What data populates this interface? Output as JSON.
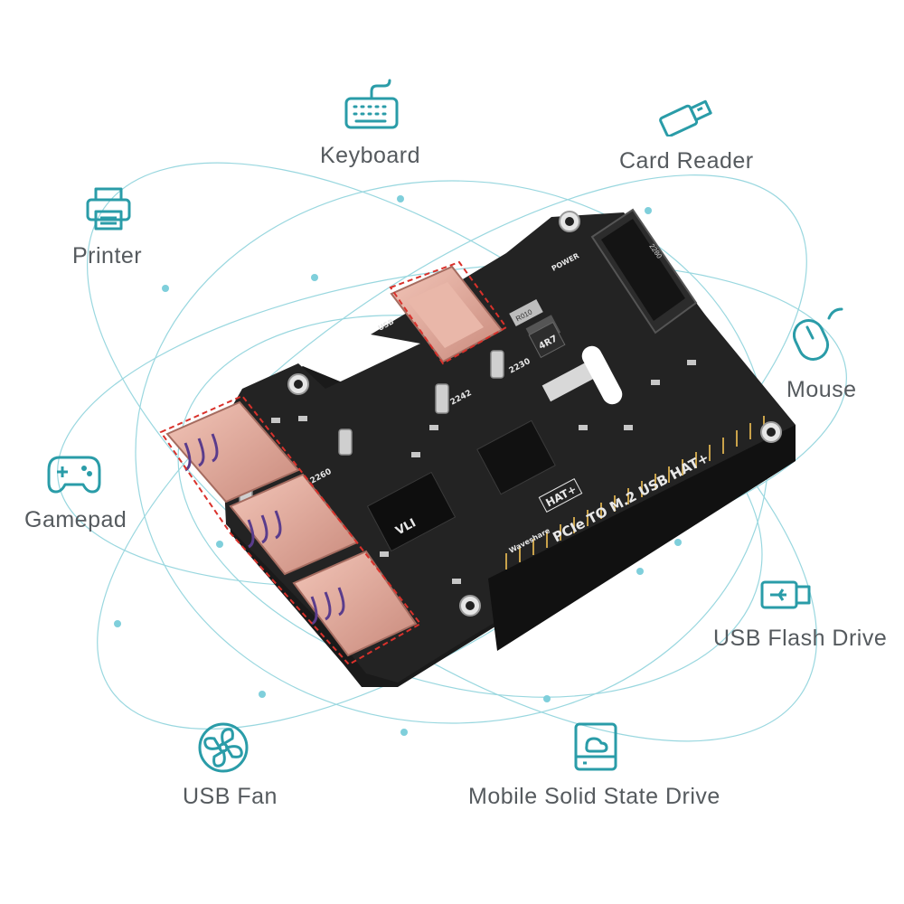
{
  "peripherals": {
    "keyboard": "Keyboard",
    "card_reader": "Card Reader",
    "printer": "Printer",
    "mouse": "Mouse",
    "gamepad": "Gamepad",
    "usb_flash_drive": "USB Flash Drive",
    "usb_fan": "USB Fan",
    "mobile_ssd": "Mobile Solid State Drive"
  },
  "board": {
    "title": "PCIe TO M.2 USB HAT+",
    "hat_badge": "HAT+",
    "brand": "Waveshare",
    "chip_label": "VLI",
    "power_label": "POWER",
    "usb_label": "USB",
    "size_2230": "2230",
    "size_2242": "2242",
    "size_2260": "2260",
    "inductor_label": "4R7",
    "resistor_label": "R010",
    "ssd_slot_label": "2280"
  },
  "colors": {
    "accent": "#2a9ca8",
    "orbit_line": "#8fd3dc",
    "label_text": "#555a5e",
    "highlight": "#d9312b",
    "usb_copper": "#d9a296"
  }
}
